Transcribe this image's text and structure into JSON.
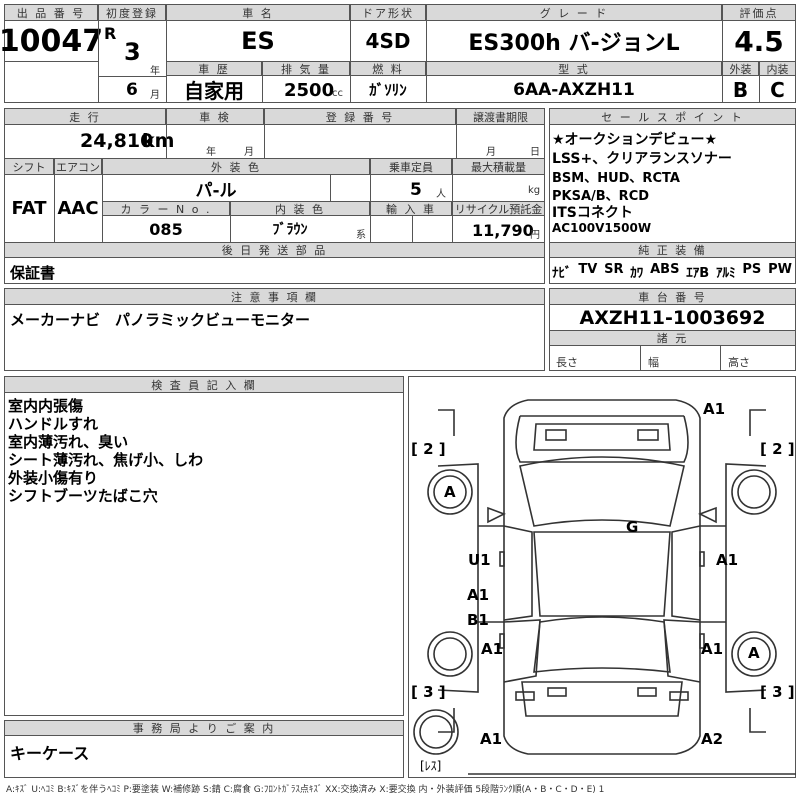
{
  "header": {
    "lot_label": "出 品 番 号",
    "lot": "10047",
    "first_reg_label": "初度登録",
    "era": "R",
    "year": "3",
    "year_unit": "年",
    "month": "6",
    "month_unit": "月",
    "name_label": "車 名",
    "name": "ES",
    "door_label": "ドア形状",
    "door": "4SD",
    "grade_label": "グ レ ー ド",
    "grade": "ES300h バ-ジョンL",
    "score_label": "評価点",
    "score": "4.5",
    "history_label": "車 歴",
    "history": "自家用",
    "cc_label": "排 気 量",
    "cc": "2500",
    "cc_unit": "cc",
    "fuel_label": "燃 料",
    "fuel": "ｶﾞｿﾘﾝ",
    "model_label": "型 式",
    "model": "6AA-AXZH11",
    "ext_label": "外装",
    "ext": "B",
    "int_label": "内装",
    "int": "C"
  },
  "row2": {
    "mileage_label": "走 行",
    "mileage": "24,810",
    "mileage_unit": "km",
    "inspection_label": "車 検",
    "insp_year": "年",
    "insp_month": "月",
    "plate_label": "登 録 番 号",
    "transfer_label": "譲渡書期限",
    "transfer_month": "月",
    "transfer_day": "日",
    "shift_label": "シフト",
    "shift": "FAT",
    "ac_label": "エアコン",
    "ac": "AAC",
    "color_label": "外 装 色",
    "color": "パ-ル",
    "capacity_label": "乗車定員",
    "capacity": "5",
    "capacity_unit": "人",
    "load_label": "最大積載量",
    "load_unit": "kg",
    "color_no_label": "カ ラ ー N o .",
    "color_no": "085",
    "interior_label": "内 装 色",
    "interior": "ﾌﾞﾗｳﾝ",
    "interior_unit": "系",
    "import_label": "輸 入 車",
    "recycle_label": "リサイクル預託金",
    "recycle": "11,790",
    "recycle_unit": "円",
    "later_label": "後 日 発 送 部 品",
    "later": "保証書"
  },
  "sales": {
    "label": "セ ー ル ス ポ イ ン ト",
    "lines": [
      "★オークションデビュー★",
      "LSS+、クリアランスソナー",
      "BSM、HUD、RCTA",
      "PKSA/B、RCD",
      "ITSコネクト",
      "AC100V1500W"
    ]
  },
  "equipment": {
    "label": "純 正 装 備",
    "items": [
      "ﾅﾋﾞ",
      "TV",
      "SR",
      "ｶﾜ",
      "ABS",
      "ｴｱB",
      "ｱﾙﾐ",
      "PS",
      "PW"
    ]
  },
  "notes": {
    "label": "注 意 事 項 欄",
    "text": "メーカーナビ　パノラミックビューモニター"
  },
  "chassis": {
    "label": "車 台 番 号",
    "value": "AXZH11-1003692",
    "spec_label": "諸 元",
    "length": "長さ",
    "width": "幅",
    "height": "高さ"
  },
  "inspector": {
    "label": "検 査 員 記 入 欄",
    "lines": [
      "室内内張傷",
      "ハンドルすれ",
      "室内薄汚れ、臭い",
      "シート薄汚れ、焦げ小、しわ",
      "外装小傷有り",
      "シフトブーツたばこ穴"
    ]
  },
  "office": {
    "label": "事 務 局 よ り ご 案 内",
    "text": "キーケース"
  },
  "diagram": {
    "marks": {
      "a1_top": "A1",
      "g": "G",
      "u1": "U1",
      "a1_right": "A1",
      "a1_left_mid": "A1",
      "b1": "B1",
      "a1_left_low": "A1",
      "a1_right_low": "A1",
      "a1_bottom_left": "A1",
      "a2": "A2",
      "tire_fl": "A",
      "tire_rr": "A"
    },
    "bracket_2l": "[ 2 ]",
    "bracket_2r": "[ 2 ]",
    "bracket_3l": "[ 3 ]",
    "bracket_3r": "[ 3 ]",
    "spare": "[ﾚｽ]"
  },
  "legend": "A:ｷｽﾞ U:ﾍｺﾐ B:ｷｽﾞを伴うﾍｺﾐ P:要塗装 W:補修跡 S:錆 C:腐食 G:ﾌﾛﾝﾄｶﾞﾗｽ点ｷｽﾞ XX:交換済み X:要交換 内・外装評価 5段階ﾗﾝｸ順(A・B・C・D・E) 1"
}
